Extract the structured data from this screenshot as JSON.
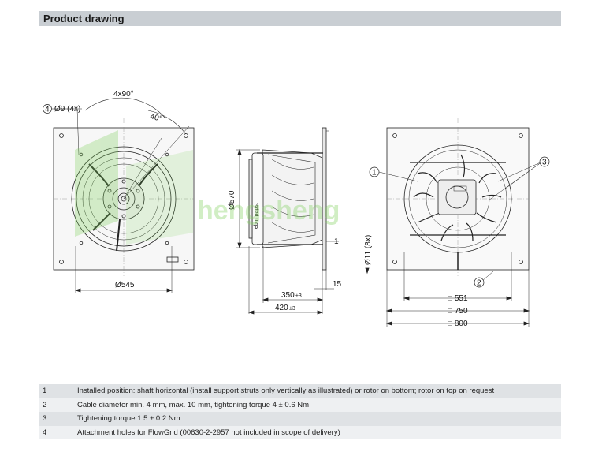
{
  "header": {
    "title": "Product drawing"
  },
  "dimensions": {
    "angle_spacing": "4x90°",
    "angle_offset": "40°",
    "hole_callout_num": "4",
    "hole_callout": "Ø9 (4x)",
    "flange_diameter": "Ø545",
    "height_diameter": "Ø570",
    "motor_label_rot": "ebm papst",
    "side_callout_1": "1",
    "side_hole": "Ø11 (8x)",
    "depth_350": "350",
    "depth_350_tol": "±3",
    "depth_420": "420",
    "depth_420_tol": "±3",
    "plate_thickness": "15",
    "front_callout_1": "1",
    "front_callout_2": "2",
    "front_callout_3": "3",
    "square_551": "□ 551",
    "square_750": "□ 750",
    "square_800": "□ 800"
  },
  "watermark": {
    "text": "hengsheng"
  },
  "notes": [
    {
      "num": "1",
      "text": "Installed position: shaft horizontal (install support struts only vertically as illustrated) or rotor on bottom; rotor on top on request"
    },
    {
      "num": "2",
      "text": "Cable diameter min. 4 mm, max. 10 mm, tightening torque 4 ± 0.6 Nm"
    },
    {
      "num": "3",
      "text": "Tightening torque 1.5 ± 0.2 Nm"
    },
    {
      "num": "4",
      "text": "Attachment holes for FlowGrid (00630-2-2957 not included in scope of delivery)"
    }
  ]
}
